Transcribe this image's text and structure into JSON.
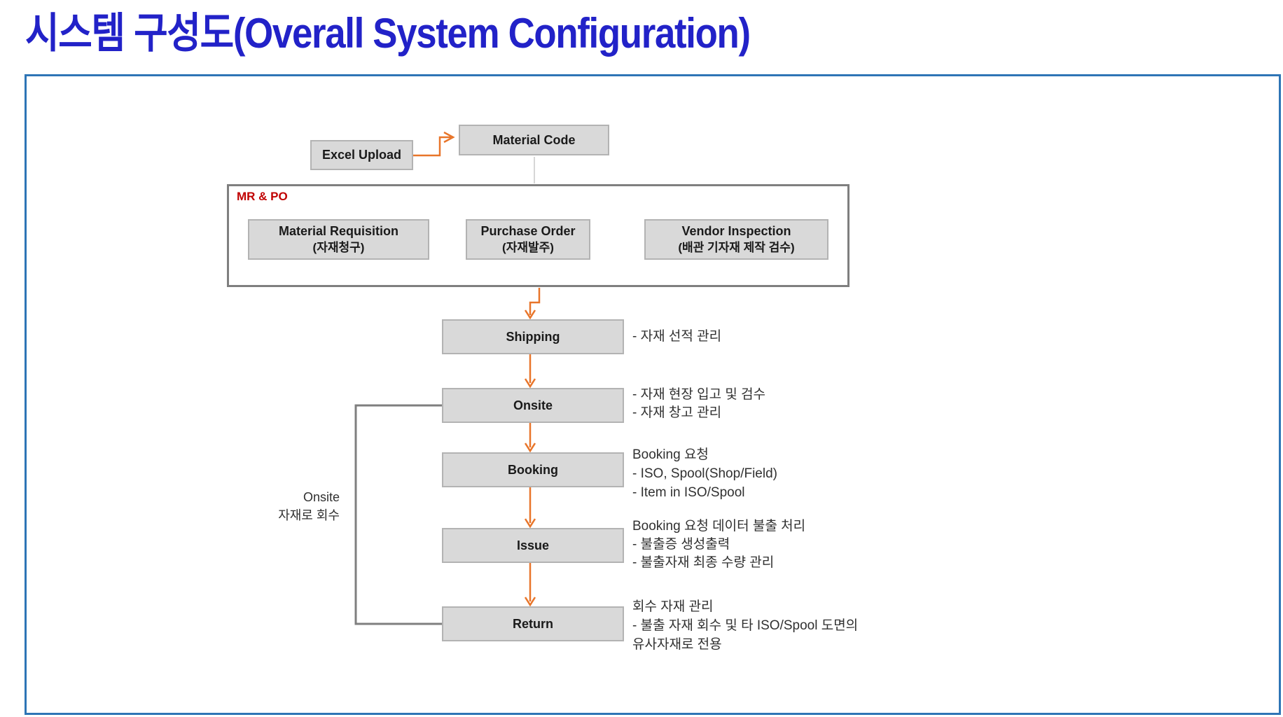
{
  "title": "시스템 구성도(Overall System Configuration)",
  "colors": {
    "title_blue": "#2222C8",
    "frame_blue": "#2E75B6",
    "arrow_orange": "#E8752A",
    "box_fill": "#D9D9D9",
    "box_border": "#B3B3B3",
    "container_border": "#7F7F7F",
    "loop_gray": "#7F7F7F",
    "mrpo_label_red": "#C00000"
  },
  "top_flow": {
    "excel_upload": "Excel Upload",
    "material_code": "Material Code"
  },
  "mr_po": {
    "label": "MR & PO",
    "boxes": [
      {
        "en": "Material Requisition",
        "ko": "(자재청구)"
      },
      {
        "en": "Purchase Order",
        "ko": "(자재발주)"
      },
      {
        "en": "Vendor Inspection",
        "ko": "(배관 기자재 제작 검수)"
      }
    ]
  },
  "main_flow": [
    {
      "label": "Shipping",
      "notes": [
        "- 자재 선적 관리"
      ]
    },
    {
      "label": "Onsite",
      "notes": [
        "- 자재 현장 입고 및 검수",
        "- 자재 창고 관리"
      ]
    },
    {
      "label": "Booking",
      "notes": [
        "Booking 요청",
        "- ISO, Spool(Shop/Field)",
        "- Item in ISO/Spool"
      ]
    },
    {
      "label": "Issue",
      "notes": [
        "Booking 요청 데이터 불출 처리",
        "- 불출증 생성출력",
        "- 불출자재 최종 수량 관리"
      ]
    },
    {
      "label": "Return",
      "notes": [
        "회수 자재 관리",
        "- 불출 자재 회수 및 타 ISO/Spool 도면의",
        "유사자재로 전용"
      ]
    }
  ],
  "loop_label": {
    "line1": "Onsite",
    "line2": "자재로 회수"
  }
}
